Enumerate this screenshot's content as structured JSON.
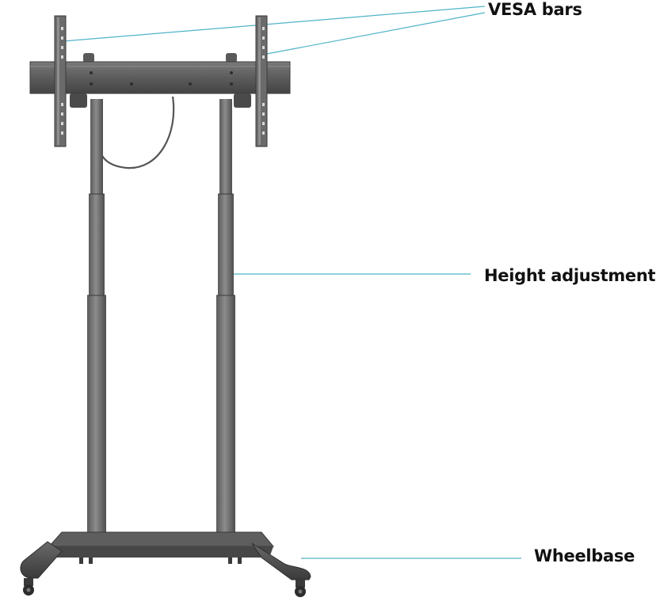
{
  "labels": {
    "vesa_bars": "VESA bars",
    "height_adjustment": "Height adjustment",
    "wheelbase": "Wheelbase"
  },
  "colors": {
    "leader_line": "#4fb3c8",
    "metal_dark": "#4a4a4a",
    "metal_mid": "#6b6b6b",
    "metal_light": "#8a8a8a",
    "text": "#111111"
  }
}
